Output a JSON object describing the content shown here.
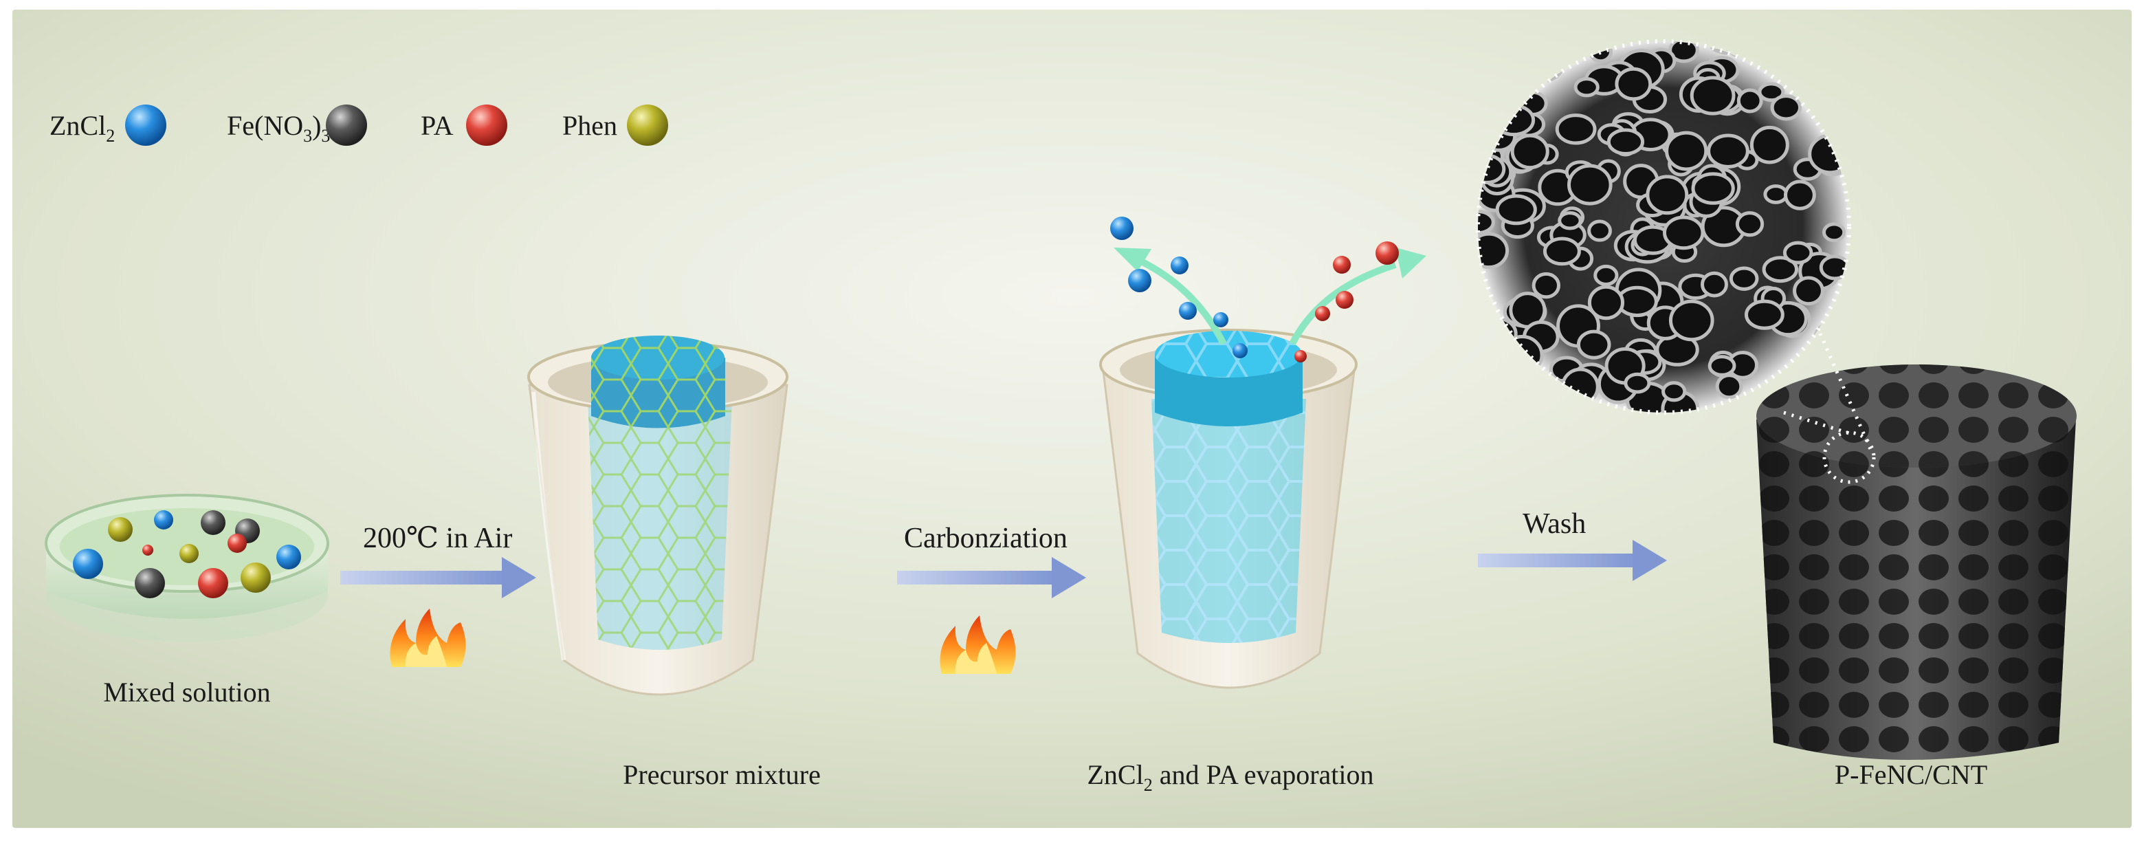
{
  "legend": [
    {
      "label_main": "ZnCl",
      "label_sub": "2",
      "label_tail": "",
      "icon": "blue-sphere-icon",
      "color": "#2a8fe0"
    },
    {
      "label_main": "Fe(NO",
      "label_sub": "3",
      "label_tail": ")",
      "label_sub2": "3",
      "icon": "grey-sphere-icon",
      "color": "#555555"
    },
    {
      "label_main": "PA",
      "label_sub": "",
      "label_tail": "",
      "icon": "red-sphere-icon",
      "color": "#e0453a"
    },
    {
      "label_main": "Phen",
      "label_sub": "",
      "label_tail": "",
      "icon": "yellow-sphere-icon",
      "color": "#b8b52a"
    }
  ],
  "steps": {
    "mixed_solution": "Mixed solution",
    "precursor_mixture": "Precursor mixture",
    "evaporation_main": "ZnCl",
    "evaporation_sub": "2",
    "evaporation_tail": " and PA evaporation",
    "product": "P-FeNC/CNT"
  },
  "arrows": {
    "heat": "200℃ in Air",
    "carbonization": "Carbonziation",
    "wash": "Wash"
  },
  "colors": {
    "background_top": "#f3f4ec",
    "background_bottom": "#cfd6bd",
    "arrow": "#8fa4d8",
    "crucible": "#efe9dc",
    "foam_blue": "#35c3ea",
    "foam_green": "#4fb24a",
    "carbon": "#3b3b3b"
  }
}
